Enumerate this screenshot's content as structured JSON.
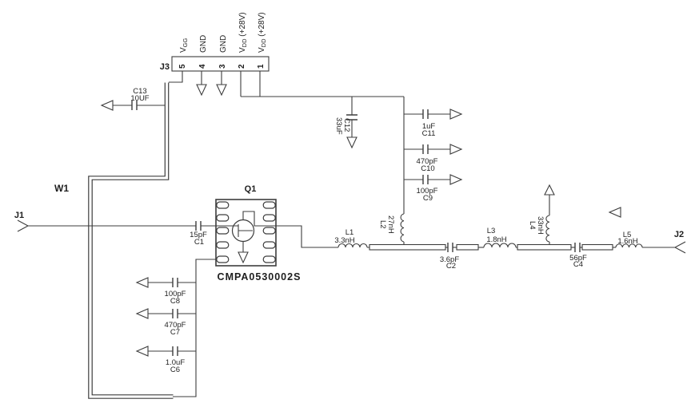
{
  "j1": {
    "ref": "J1"
  },
  "j2": {
    "ref": "J2"
  },
  "j3": {
    "ref": "J3",
    "pins": [
      {
        "num": "5",
        "main": "V",
        "sub": "GG",
        "rest": ""
      },
      {
        "num": "4",
        "main": "GND",
        "sub": "",
        "rest": ""
      },
      {
        "num": "3",
        "main": "GND",
        "sub": "",
        "rest": ""
      },
      {
        "num": "2",
        "main": "V",
        "sub": "DD",
        "rest": " (+28V)"
      },
      {
        "num": "1",
        "main": "V",
        "sub": "DD",
        "rest": " (+28V)"
      }
    ]
  },
  "w1": {
    "ref": "W1"
  },
  "q1": {
    "ref": "Q1",
    "part": "CMPA0530002S"
  },
  "caps": {
    "c1": {
      "ref": "C1",
      "value": "15pF"
    },
    "c2": {
      "ref": "C2",
      "value": "3.6pF"
    },
    "c4": {
      "ref": "C4",
      "value": "56pF"
    },
    "c6": {
      "ref": "C6",
      "value": "1.0uF"
    },
    "c7": {
      "ref": "C7",
      "value": "470pF"
    },
    "c8": {
      "ref": "C8",
      "value": "100pF"
    },
    "c9": {
      "ref": "C9",
      "value": "100pF"
    },
    "c10": {
      "ref": "C10",
      "value": "470pF"
    },
    "c11": {
      "ref": "C11",
      "value": "1uF"
    },
    "c12": {
      "ref": "C12",
      "value": "33uF"
    },
    "c13": {
      "ref": "C13",
      "value": "10UF"
    }
  },
  "inds": {
    "l1": {
      "ref": "L1",
      "value": "3.3nH"
    },
    "l2": {
      "ref": "L2",
      "value": "27nH"
    },
    "l3": {
      "ref": "L3",
      "value": "1.8nH"
    },
    "l4": {
      "ref": "L4",
      "value": "33nH"
    },
    "l5": {
      "ref": "L5",
      "value": "1.6nH"
    }
  },
  "colors": {
    "line": "#3d3d3d",
    "background": "#ffffff"
  }
}
